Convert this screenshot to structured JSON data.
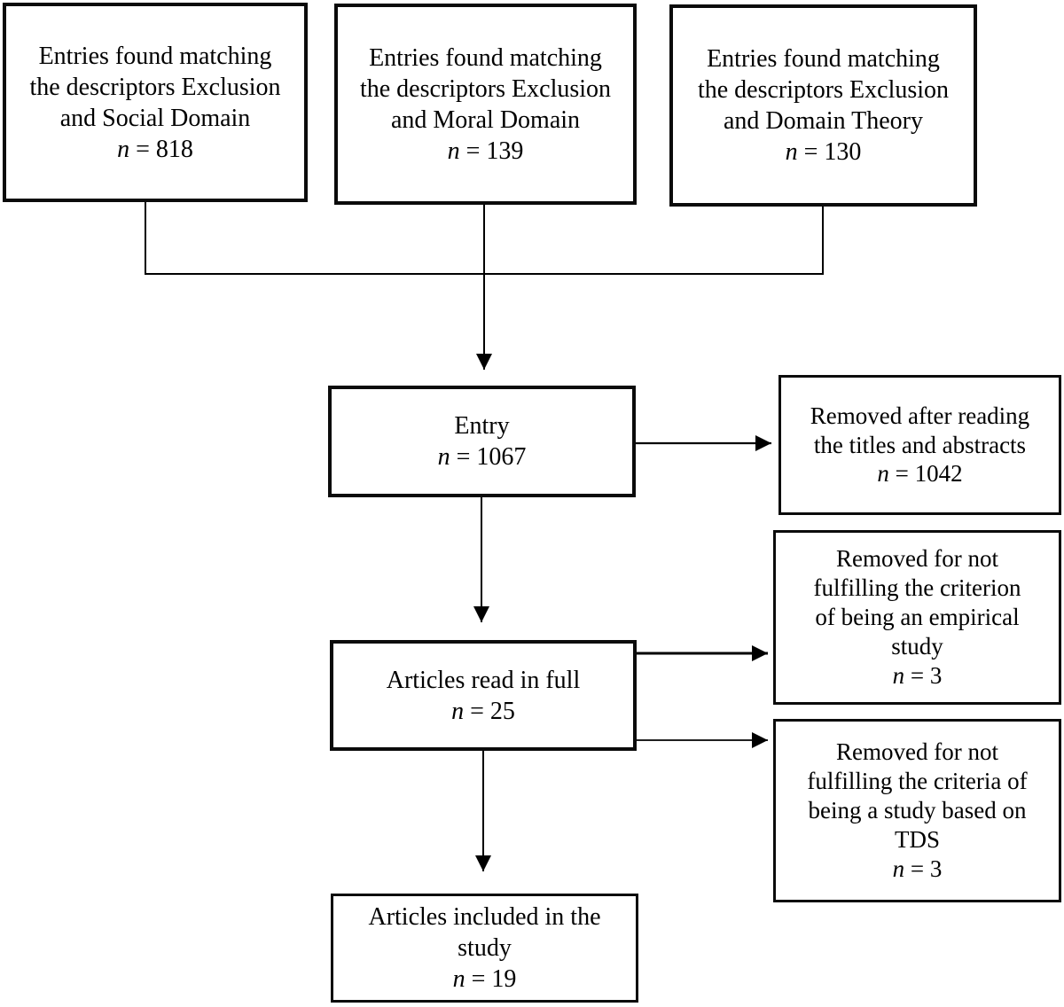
{
  "diagram": {
    "background": "#ffffff",
    "line_color": "#000000",
    "text_color": "#000000",
    "boxes": {
      "social": {
        "text": "Entries found matching\nthe descriptors Exclusion\nand Social Domain",
        "n_var": "n",
        "n_rest": " = 818"
      },
      "moral": {
        "text": "Entries found matching\nthe descriptors Exclusion\nand Moral Domain",
        "n_var": "n",
        "n_rest": " = 139"
      },
      "theory": {
        "text": "Entries found matching\nthe descriptors Exclusion\nand Domain Theory",
        "n_var": "n",
        "n_rest": " = 130"
      },
      "entry": {
        "text": "Entry",
        "n_var": "n",
        "n_rest": " = 1067"
      },
      "removed_abstracts": {
        "text": "Removed after reading\nthe titles and abstracts",
        "n_var": "n",
        "n_rest": " = 1042"
      },
      "articles_full": {
        "text": "Articles read in full",
        "n_var": "n",
        "n_rest": " = 25"
      },
      "removed_empirical": {
        "text": "Removed for not\nfulfilling the criterion\nof being an empirical\nstudy",
        "n_var": "n",
        "n_rest": " = 3"
      },
      "removed_tds": {
        "text": "Removed for not\nfulfilling the criteria of\nbeing a study based on\nTDS",
        "n_var": "n",
        "n_rest": " = 3"
      },
      "included": {
        "text": "Articles included in the\nstudy",
        "n_var": "n",
        "n_rest": " = 19"
      }
    }
  }
}
